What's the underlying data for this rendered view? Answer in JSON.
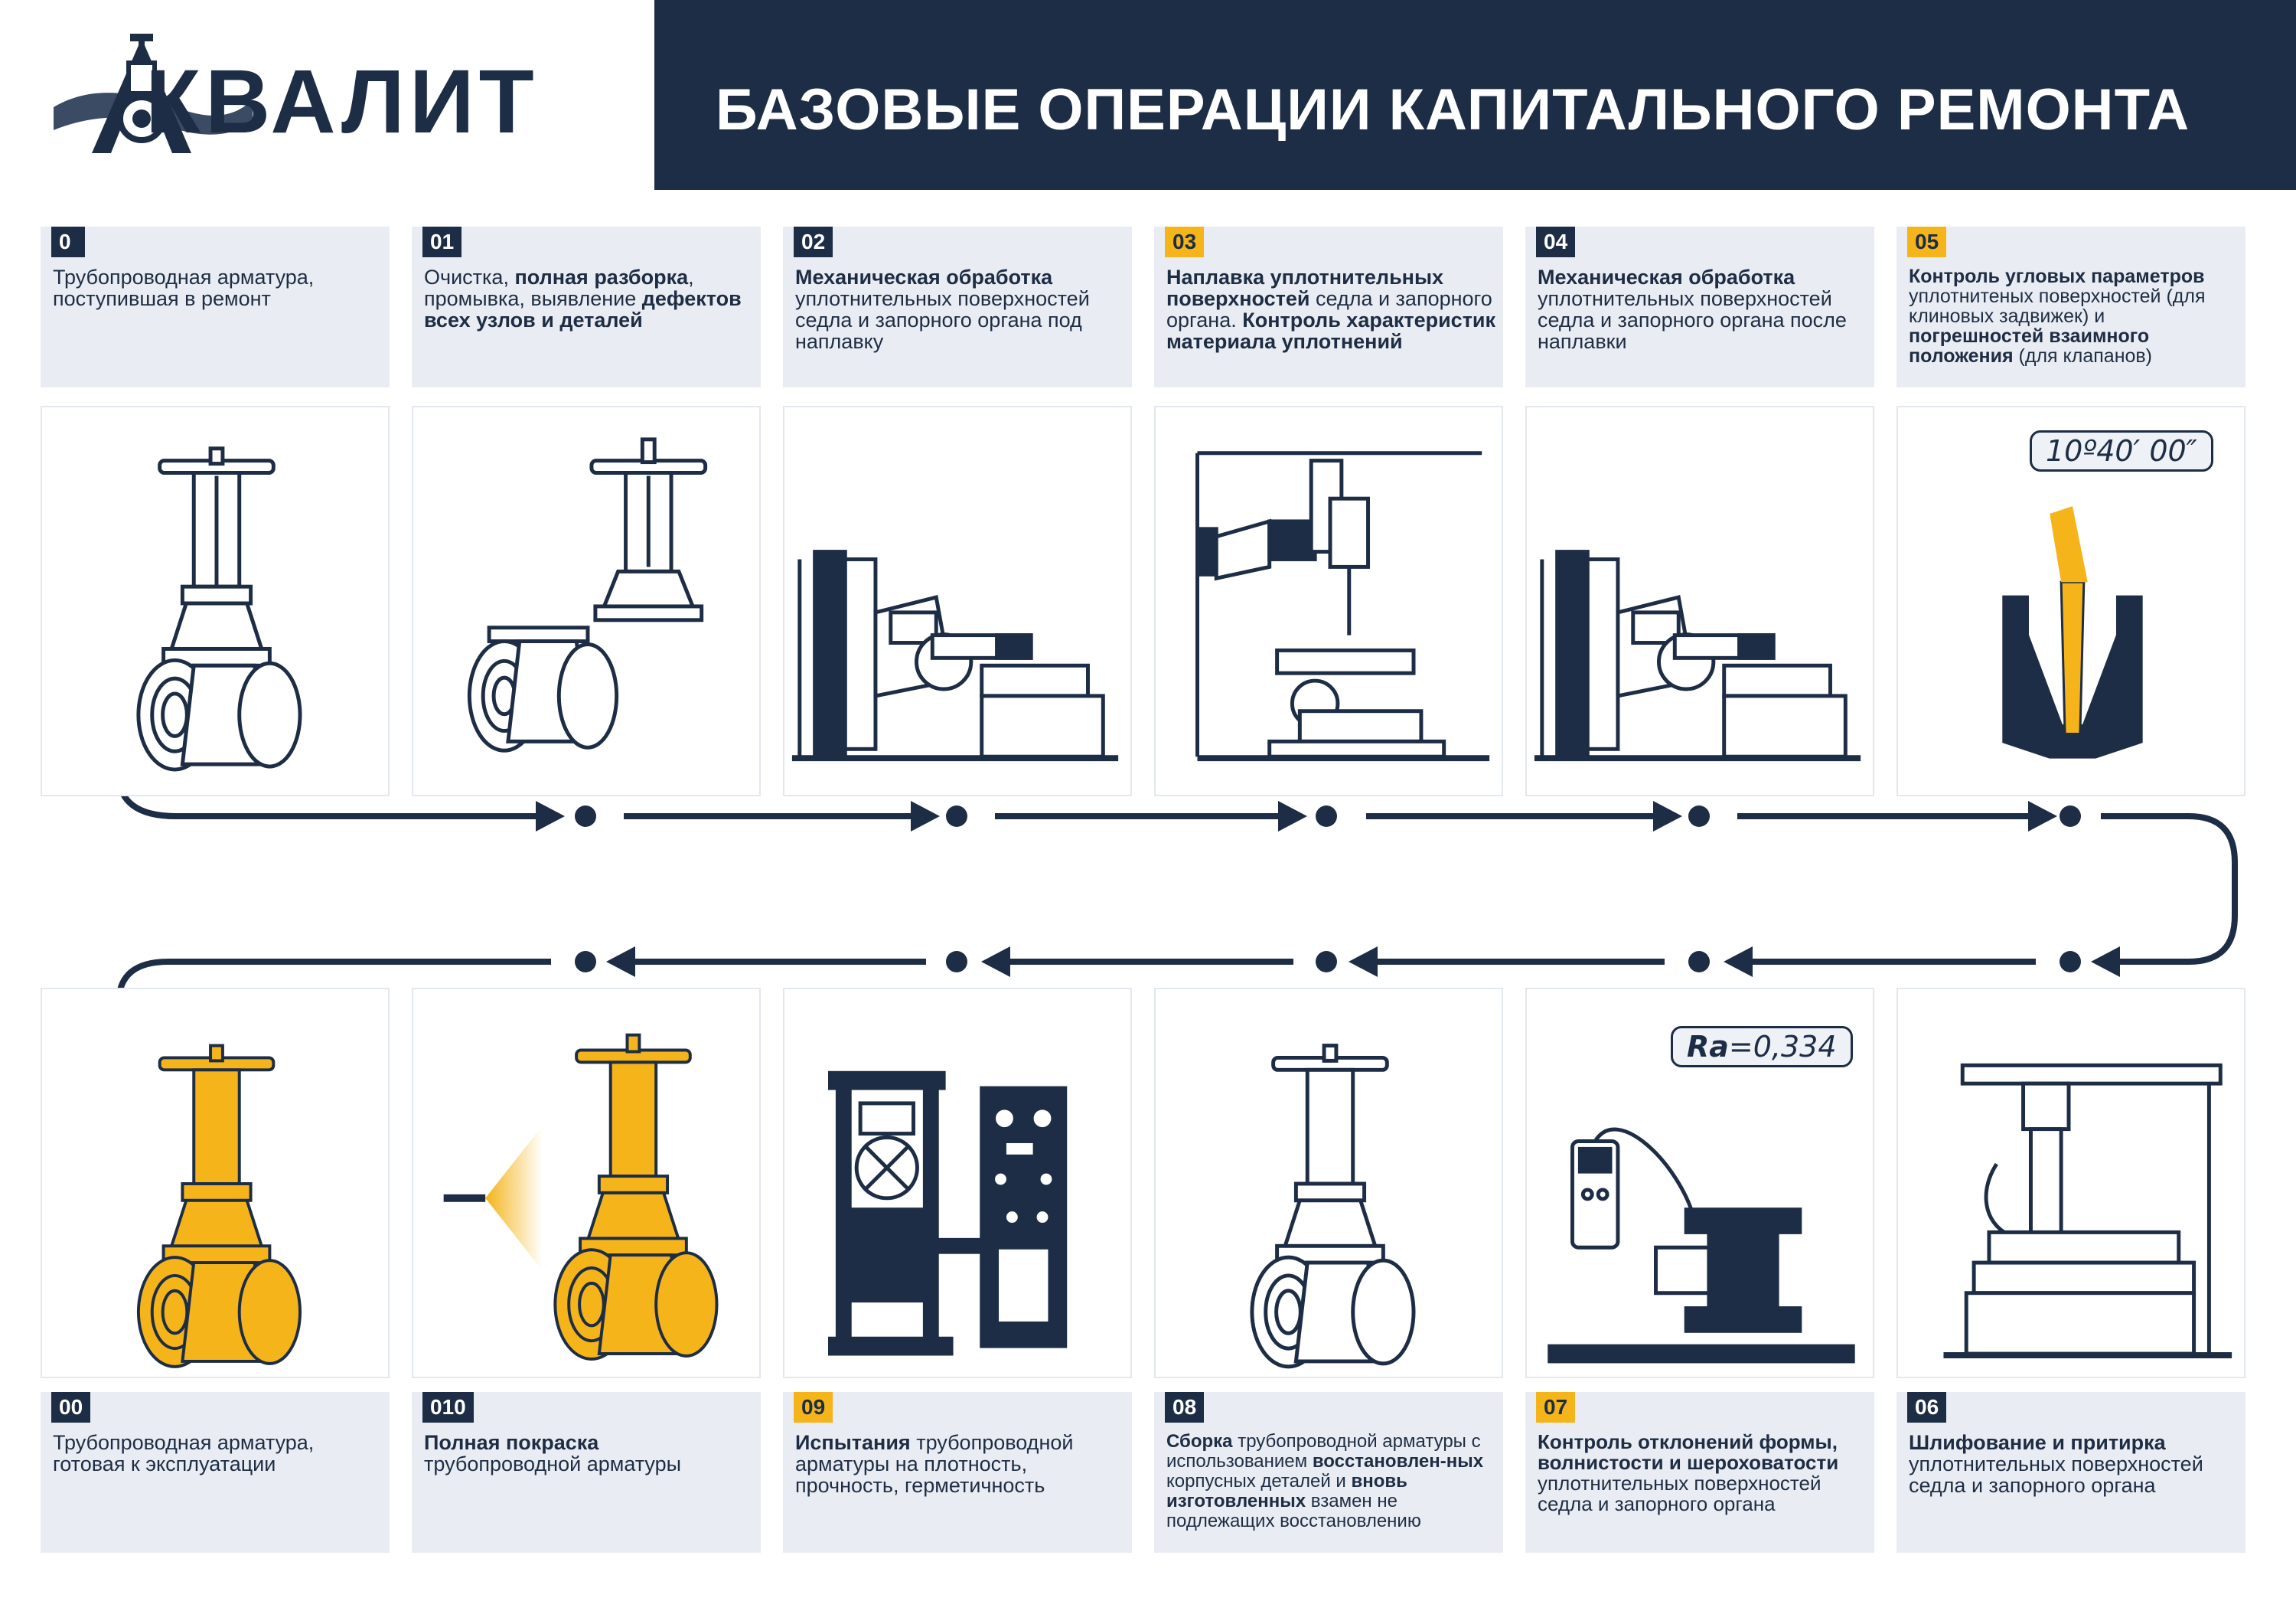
{
  "logo": {
    "brand": "КВАЛИТ"
  },
  "header": {
    "title": "БАЗОВЫЕ ОПЕРАЦИИ КАПИТАЛЬНОГО РЕМОНТА"
  },
  "colors": {
    "navy": "#1d2d45",
    "accent": "#f4b41a",
    "panel": "#e9edf3"
  },
  "badges": {
    "angle": "10º40′ 00″",
    "ra_label": "Ra",
    "ra_value": "=0,334"
  },
  "steps": [
    {
      "num": "0",
      "p1": "Трубопроводная арматура, поступившая в ремонт"
    },
    {
      "num": "01",
      "p1": "Очистка, ",
      "b1": "полная разборка",
      "p2": ", промывка, выявление ",
      "b2": "дефектов всех узлов и деталей"
    },
    {
      "num": "02",
      "b1": "Механическая обработка",
      "p1": " уплотнительных поверхностей седла и запорного органа под наплавку"
    },
    {
      "num": "03",
      "b1": "Наплавка уплотнительных поверхностей",
      "p1": " седла и запорного органа. ",
      "b2": "Контроль характеристик материала уплотнений"
    },
    {
      "num": "04",
      "b1": "Механическая обработка",
      "p1": " уплотнительных поверхностей седла и запорного органа после наплавки"
    },
    {
      "num": "05",
      "b1": "Контроль угловых параметров",
      "p1": " уплотнитеных поверхностей (для клиновых задвижек) и ",
      "b2": "погрешностей взаимного положения",
      "p2": " (для клапанов)"
    },
    {
      "num": "00",
      "p1": "Трубопроводная арматура, готовая к эксплуатации"
    },
    {
      "num": "010",
      "b1": "Полная покраска",
      "p1": " трубопроводной арматуры"
    },
    {
      "num": "09",
      "b1": "Испытания",
      "p1": " трубопроводной арматуры на плотность, прочность, герметичность"
    },
    {
      "num": "08",
      "b1": "Сборка",
      "p1": " трубопроводной арматуры с использованием ",
      "b2": "восстановлен-ных",
      "p2": " корпусных деталей и ",
      "b3": "вновь изготовленных",
      "p3": " взамен не подлежащих восстановлению"
    },
    {
      "num": "07",
      "b1": "Контроль отклонений формы, волнистости и шероховатости",
      "p1": " уплотнительных поверхностей седла и запорного органа"
    },
    {
      "num": "06",
      "b1": "Шлифование и притирка",
      "p1": " уплотнительных поверхностей седла и запорного органа"
    }
  ]
}
